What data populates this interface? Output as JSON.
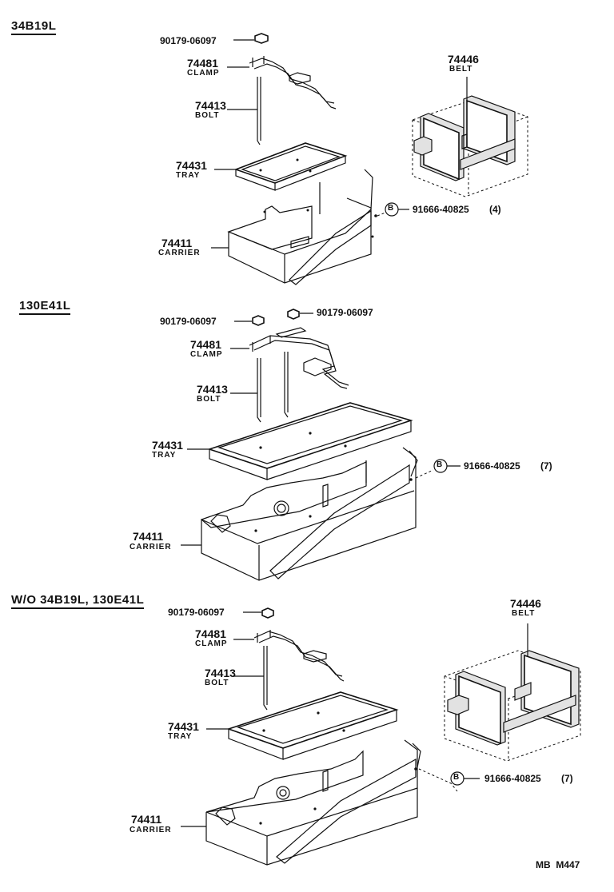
{
  "sections": [
    {
      "title": "34B19L",
      "callouts": [
        {
          "num": "90179-06097"
        },
        {
          "num": "74481",
          "name": "CLAMP"
        },
        {
          "num": "74413",
          "name": "BOLT"
        },
        {
          "num": "74431",
          "name": "TRAY"
        },
        {
          "num": "74411",
          "name": "CARRIER"
        },
        {
          "num": "74446",
          "name": "BELT"
        },
        {
          "symbol": "B",
          "num": "91666-40825",
          "qty": "(4)"
        }
      ]
    },
    {
      "title": "130E41L",
      "callouts": [
        {
          "num": "90179-06097"
        },
        {
          "num": "90179-06097"
        },
        {
          "num": "74481",
          "name": "CLAMP"
        },
        {
          "num": "74413",
          "name": "BOLT"
        },
        {
          "num": "74431",
          "name": "TRAY"
        },
        {
          "num": "74411",
          "name": "CARRIER"
        },
        {
          "symbol": "B",
          "num": "91666-40825",
          "qty": "(7)"
        }
      ]
    },
    {
      "title": "W/O 34B19L, 130E41L",
      "callouts": [
        {
          "num": "90179-06097"
        },
        {
          "num": "74481",
          "name": "CLAMP"
        },
        {
          "num": "74413",
          "name": "BOLT"
        },
        {
          "num": "74431",
          "name": "TRAY"
        },
        {
          "num": "74411",
          "name": "CARRIER"
        },
        {
          "num": "74446",
          "name": "BELT"
        },
        {
          "symbol": "B",
          "num": "91666-40825",
          "qty": "(7)"
        }
      ]
    }
  ],
  "footer": "MB  M447"
}
